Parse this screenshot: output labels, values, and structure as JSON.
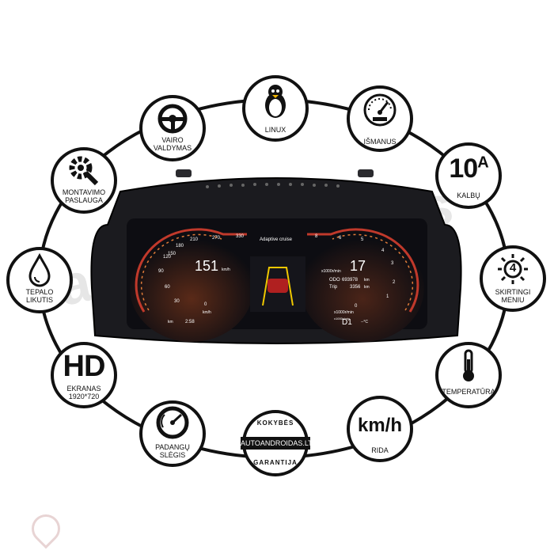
{
  "features": {
    "linux": "LINUX",
    "vairo_line1": "VAIRO",
    "vairo_line2": "VALDYMAS",
    "ismanus": "IŠMANUS",
    "montavimo_line1": "MONTAVIMO",
    "montavimo_line2": "PASLAUGA",
    "kalbu_big": "10",
    "kalbu_sup": "A",
    "kalbu": "KALBŲ",
    "tepalo_line1": "TEPALO",
    "tepalo_line2": "LIKUTIS",
    "skirtingi_num": "4",
    "skirtingi_line1": "SKIRTINGI",
    "skirtingi_line2": "MENIU",
    "hd_big": "HD",
    "hd_line1": "EKRANAS",
    "hd_line2": "1920*720",
    "temperatura": "TEMPERATŪRA",
    "padangu_line1": "PADANGŲ",
    "padangu_line2": "SLĖGIS",
    "kmh_big": "km/h",
    "rida": "RIDA"
  },
  "badge": {
    "top": "KOKYBĖS",
    "middle": "AUTOANDROIDAS.LT",
    "bottom": "GARANTIJA"
  },
  "dashboard": {
    "header": "Adaptive cruise",
    "speed": "151",
    "speed_unit": "km/h",
    "speed_ticks": [
      "0",
      "30",
      "60",
      "90",
      "120",
      "150",
      "180",
      "210",
      "270",
      "330"
    ],
    "rpm_value": "17",
    "rpm_unit": "x1000r/min",
    "rpm_ticks": [
      "8",
      "6",
      "5",
      "4",
      "3",
      "2",
      "1",
      "0"
    ],
    "odo_label": "ODO",
    "odo_value": "693978",
    "odo_unit": "km",
    "trip_label": "Trip",
    "trip_value": "3356",
    "trip_unit": "km",
    "left_unit": "km/h",
    "right_unit": "x1000r/min",
    "bottom_km": "km",
    "time": "2:58",
    "gear": "D1",
    "temp": "--°C",
    "rpm_sub": "x1000r/min"
  },
  "watermark": "autoandroidas",
  "colors": {
    "ring": "#111111",
    "dial_red": "#c0392b",
    "dial_orange": "#e07b39",
    "cluster_bg": "#0d0d12"
  }
}
